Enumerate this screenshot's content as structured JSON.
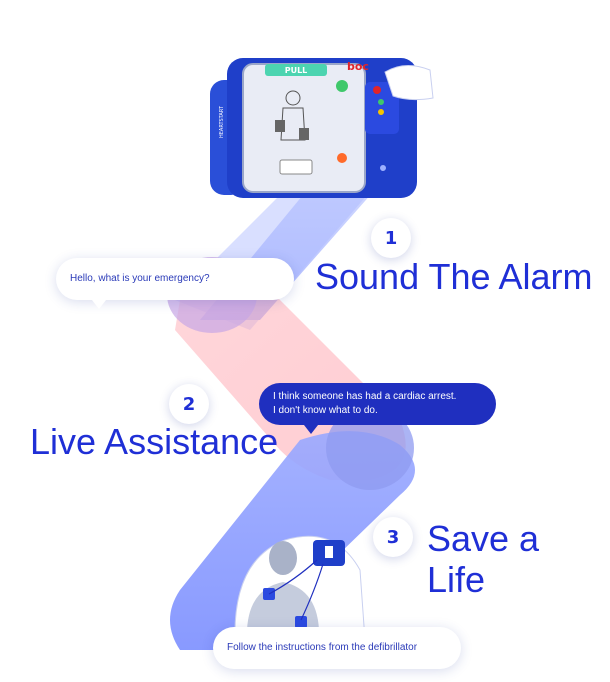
{
  "steps": [
    {
      "number": "1",
      "title": "Sound The Alarm"
    },
    {
      "number": "2",
      "title": "Live Assistance"
    },
    {
      "number": "3",
      "title_line1": "Save a",
      "title_line2": "Life"
    }
  ],
  "bubbles": {
    "step1": "Hello, what is your emergency?",
    "step2_line1": "I think someone has had a cardiac arrest.",
    "step2_line2": "I don't know what to do.",
    "step3": "Follow the instructions from the defibrillator"
  },
  "device": {
    "pull_label": "PULL",
    "brand": "HEARTSTART",
    "logo": "boc"
  },
  "colors": {
    "primary": "#1f2fd6",
    "ribbon_blue": "#8ea0ff",
    "ribbon_pink": "#ff9aa6",
    "device_blue": "#1f3fc9"
  }
}
